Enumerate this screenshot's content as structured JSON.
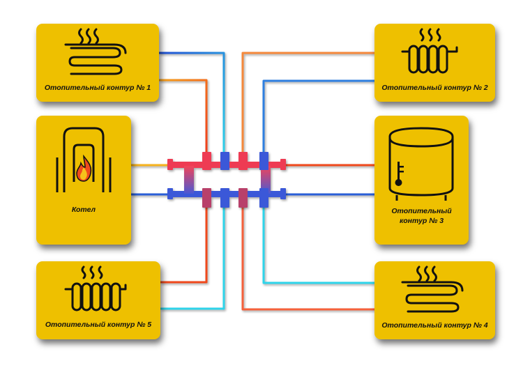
{
  "labels": {
    "circuit1": "Отопительный контур № 1",
    "circuit2": "Отопительный контур № 2",
    "boiler": "Котел",
    "circuit3_line1": "Отопительный",
    "circuit3_line2": "контур № 3",
    "circuit5": "Отопительный контур № 5",
    "circuit4": "Отопительный контур № 4"
  },
  "colors": {
    "card": "#eec000",
    "hot": "#f03b1c",
    "warm": "#f6a21b",
    "cold": "#1f4fd4",
    "cool": "#2ed4ea",
    "manifold_hot": "#ee3a52",
    "manifold_cold": "#3a5ad8"
  },
  "icons": {
    "circuit1": "underfloor-heating-icon",
    "circuit2": "radiator-icon",
    "boiler": "boiler-flame-icon",
    "circuit3": "water-heater-tank-icon",
    "circuit5": "radiator-icon",
    "circuit4": "underfloor-heating-icon",
    "center": "manifold-icon"
  }
}
